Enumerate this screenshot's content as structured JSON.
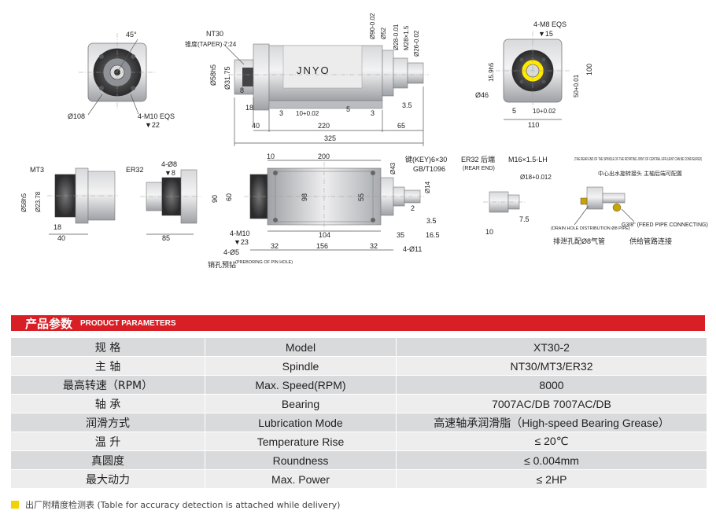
{
  "brand": "JNYO",
  "drawing_labels": {
    "angle_45": "45°",
    "nt30": "NT30",
    "taper": "锥度(TAPER) 7:24",
    "d58h5": "Ø58h5",
    "d31_75": "Ø31.75",
    "d108": "Ø108",
    "m10eqs": "4-M10 EQS",
    "depth22": "▼22",
    "d90": "Ø90-0.02",
    "d52": "Ø52",
    "d28": "Ø28-0.01",
    "m28": "M28×1.5",
    "d26": "Ø26-0.02",
    "n8": "8",
    "n18": "18",
    "n3a": "3",
    "n10a": "10+0.02",
    "n5a": "5",
    "n3b": "3",
    "n3_5a": "3.5",
    "n40a": "40",
    "n220": "220",
    "n65": "65",
    "n325": "325",
    "m8eqs": "4-M8 EQS",
    "depth15": "▼15",
    "d15_9": "15.9h5",
    "d46": "Ø46",
    "n50": "50+0.01",
    "n100": "100",
    "n5b": "5",
    "n10b": "10+0.02",
    "n110": "110",
    "mt3": "MT3",
    "d58h5b": "Ø58h5",
    "d23_78": "Ø23.78",
    "n18b": "18",
    "n40b": "40",
    "er32": "ER32",
    "d8": "4-Ø8",
    "depth8": "▼8",
    "n85": "85",
    "n10c": "10",
    "n200": "200",
    "key": "键(KEY)6×30",
    "gb": "GB/T1096",
    "d43": "Ø43",
    "n90": "90",
    "n60": "60",
    "n98": "98",
    "n55": "55",
    "d14": "Ø14",
    "n2": "2",
    "n3_5b": "3.5",
    "m10b": "4-M10",
    "depth23": "▼23",
    "n104": "104",
    "n35": "35",
    "n16_5": "16.5",
    "d5": "4-Ø5",
    "n32a": "32",
    "n156": "156",
    "n32b": "32",
    "d11": "4-Ø11",
    "pin_cn": "销孔预钻",
    "pin_en": "(PREBORING OF PIN HOLE)",
    "er32_rear_cn": "ER32 后端",
    "er32_rear_en": "(REAR END)",
    "m16": "M16×1.5-LH",
    "d18": "Ø18+0.012",
    "n7_5": "7.5",
    "n10d": "10",
    "rear_note_en": "(THE REAR END OF THE SPINDLE OF THE ROTATING JOINT OF CENTRAL EFFLUENT CAN BE CONFIGURED)",
    "rear_note_cn": "中心出水旋转接头 主轴后端可配置",
    "drain_en": "(DRAIN HOLE DISTRIBUTION Ø8 PIPE)",
    "drain_cn": "排泄孔配Ø8气管",
    "feed_en": "G3/8\" (FEED PIPE CONNECTING)",
    "feed_cn": "供给管路连接"
  },
  "section": {
    "title_cn": "产品参数",
    "title_en": "PRODUCT PARAMETERS"
  },
  "params": [
    {
      "cn": "规  格",
      "en": "Model",
      "value": "XT30-2"
    },
    {
      "cn": "主  轴",
      "en": "Spindle",
      "value": "NT30/MT3/ER32"
    },
    {
      "cn": "最高转速（RPM）",
      "en": "Max. Speed(RPM)",
      "value": "8000"
    },
    {
      "cn": "轴  承",
      "en": "Bearing",
      "value": "7007AC/DB  7007AC/DB"
    },
    {
      "cn": "润滑方式",
      "en": "Lubrication Mode",
      "value": "高速轴承润滑脂（High-speed Bearing Grease）"
    },
    {
      "cn": "温  升",
      "en": "Temperature Rise",
      "value": "≤ 20℃"
    },
    {
      "cn": "真圆度",
      "en": "Roundness",
      "value": "≤ 0.004mm"
    },
    {
      "cn": "最大动力",
      "en": "Max. Power",
      "value": "≤ 2HP"
    }
  ],
  "footnote": "出厂附精度检测表 (Table for accuracy detection is attached while delivery)",
  "colors": {
    "banner": "#d91f26",
    "row_dark": "#d9dadb",
    "row_light": "#ededee",
    "foot_square": "#f2d200"
  }
}
